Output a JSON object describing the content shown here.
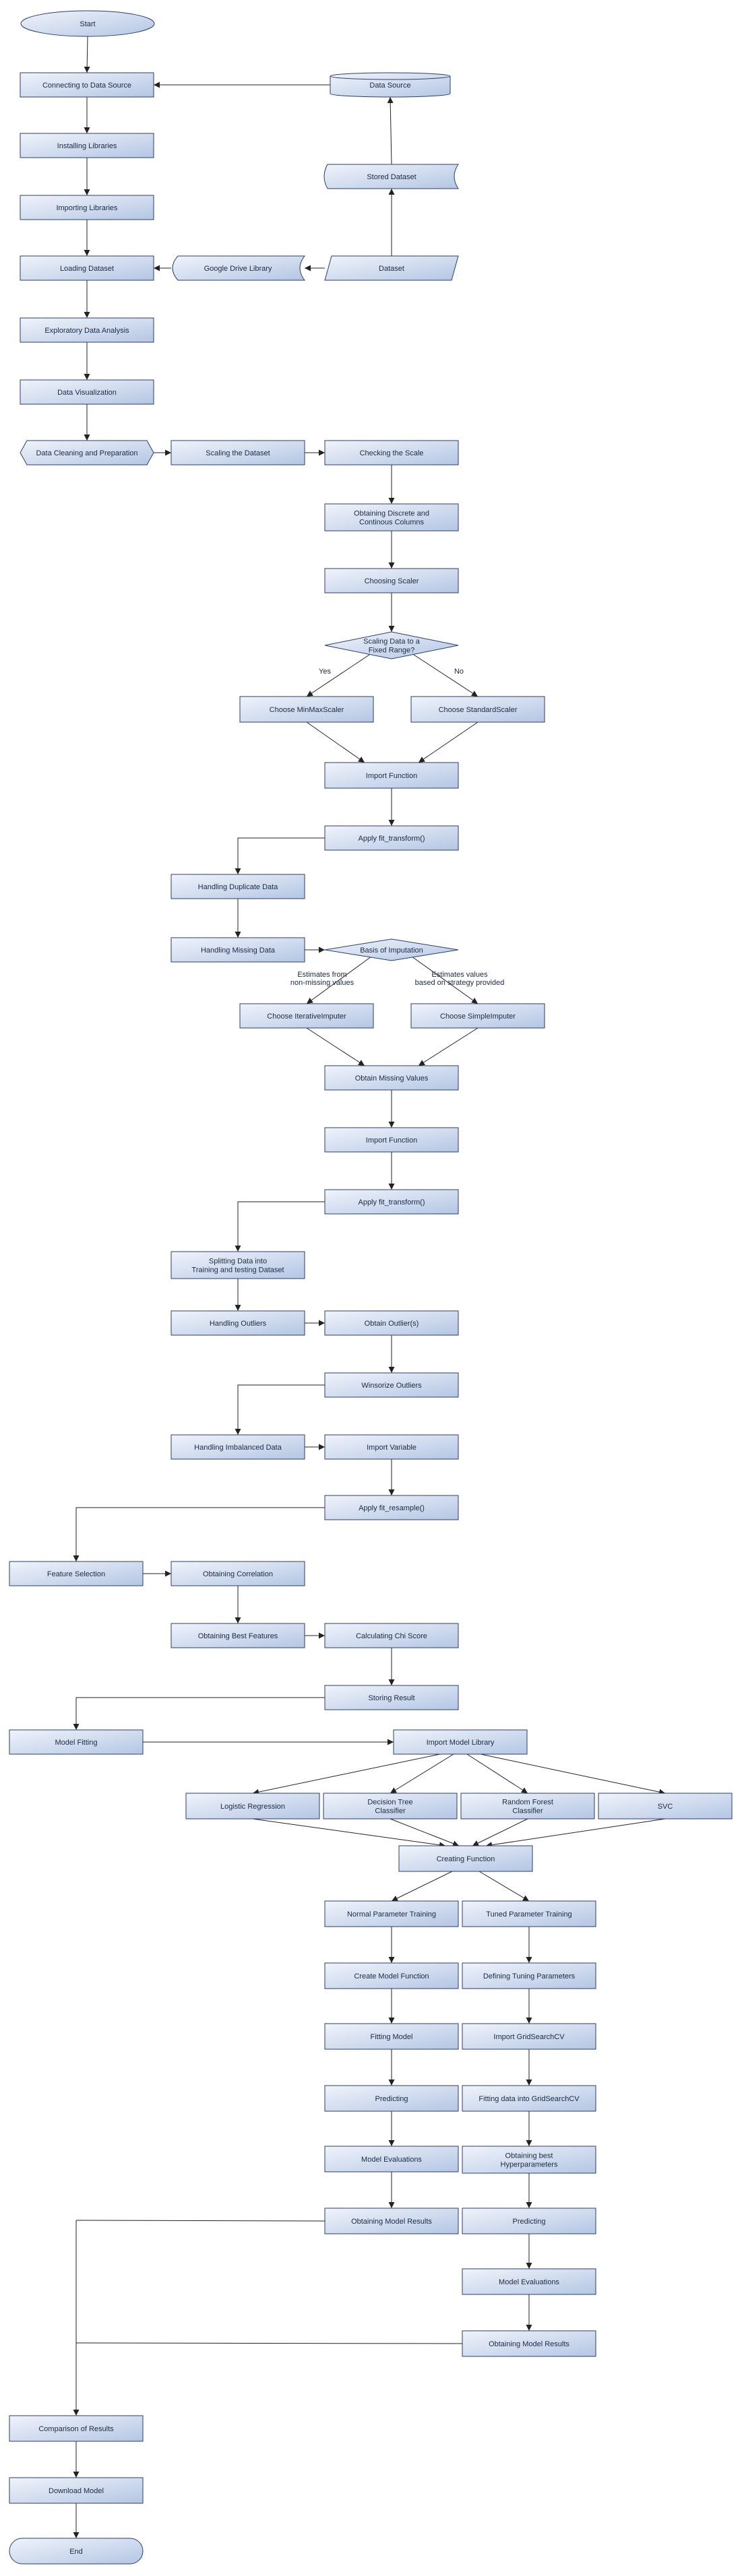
{
  "flowchart": {
    "nodes": {
      "start": "Start",
      "connecting": "Connecting to Data Source",
      "data_source": "Data Source",
      "installing": "Installing Libraries",
      "stored_dataset": "Stored Dataset",
      "importing": "Importing Libraries",
      "loading": "Loading Dataset",
      "gdrive": "Google Drive Library",
      "dataset": "Dataset",
      "eda": "Exploratory Data Analysis",
      "dataviz": "Data Visualization",
      "cleaning": "Data Cleaning and Preparation",
      "scaling_dataset": "Scaling the Dataset",
      "checking_scale": "Checking the Scale",
      "obtaining_cols": [
        "Obtaining Discrete and",
        "Continous Columns"
      ],
      "choosing_scaler": "Choosing Scaler",
      "scaling_decision": [
        "Scaling Data to a",
        "Fixed Range?"
      ],
      "minmax": "Choose MinMaxScaler",
      "standard": "Choose StandardScaler",
      "import_fn_1": "Import Function",
      "fit_1": "Apply fit_transform()",
      "duplicates": "Handling Duplicate Data",
      "missing": "Handling Missing Data",
      "imputation_decision": "Basis of Imputation",
      "iterative": "Choose IterativeImputer",
      "simple": "Choose SimpleImputer",
      "obtain_missing": "Obtain Missing Values",
      "import_fn_2": "Import Function",
      "fit_2": "Apply fit_transform()",
      "splitting": [
        "Splitting Data into",
        "Training and testing Dataset"
      ],
      "outliers": "Handling Outliers",
      "obtain_outliers": "Obtain Outlier(s)",
      "winsorize": "Winsorize Outliers",
      "imbalanced": "Handling Imbalanced Data",
      "import_var": "Import Variable",
      "fit_resample": "Apply fit_resample()",
      "feature_sel": "Feature Selection",
      "obtaining_corr": "Obtaining Correlation",
      "best_features": "Obtaining Best Features",
      "chi": "Calculating Chi Score",
      "storing": "Storing Result",
      "model_fitting": "Model Fitting",
      "import_model": "Import Model Library",
      "logreg": "Logistic Regression",
      "dtree": [
        "Decision Tree",
        "Classifier"
      ],
      "rforest": [
        "Random Forest",
        "Classifier"
      ],
      "svc": "SVC",
      "creating_fn": "Creating Function",
      "normal_train": "Normal Parameter Training",
      "tuned_train": "Tuned Parameter Training",
      "create_model_fn": "Create Model Function",
      "defining_tuning": "Defining Tuning Parameters",
      "fitting_model": "Fitting Model",
      "import_grid": "Import GridSearchCV",
      "predicting_1": "Predicting",
      "fitting_grid": "Fitting data into GridSearchCV",
      "model_eval_1": "Model Evaluations",
      "best_hyper": [
        "Obtaining best",
        "Hyperparameters"
      ],
      "results_1": "Obtaining Model Results",
      "predicting_2": "Predicting",
      "model_eval_2": "Model Evaluations",
      "results_2": "Obtaining Model Results",
      "comparison": "Comparison of Results",
      "download": "Download Model",
      "end": "End"
    },
    "edge_labels": {
      "yes": "Yes",
      "no": "No",
      "iterative_basis": [
        "Estimates from",
        "non-missing values"
      ],
      "simple_basis": [
        "Estimates values",
        "based on strategy provided"
      ]
    },
    "colors": {
      "node_fill_light": "#f0f4fb",
      "node_fill_dark": "#b4c6e4",
      "stroke": "#2c3e63",
      "text": "#1a2a44",
      "edge": "#222222"
    }
  }
}
